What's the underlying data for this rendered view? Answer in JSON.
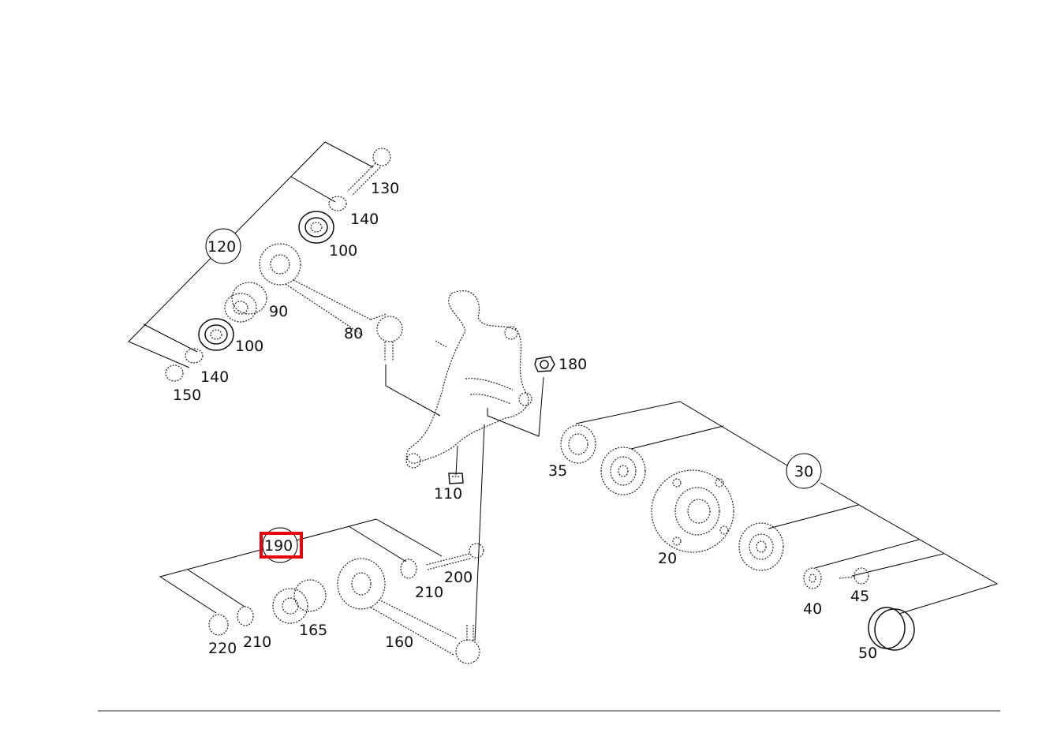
{
  "highlight_color": "#e8000b",
  "callouts": {
    "c130": "130",
    "c140a": "140",
    "c100a": "100",
    "c120": "120",
    "c90": "90",
    "c80": "80",
    "c100b": "100",
    "c140b": "140",
    "c150": "150",
    "c180": "180",
    "c110": "110",
    "c35": "35",
    "c30": "30",
    "c20": "20",
    "c40": "40",
    "c45": "45",
    "c50": "50",
    "c190": "190",
    "c200": "200",
    "c210a": "210",
    "c165": "165",
    "c160": "160",
    "c210b": "210",
    "c220": "220"
  }
}
